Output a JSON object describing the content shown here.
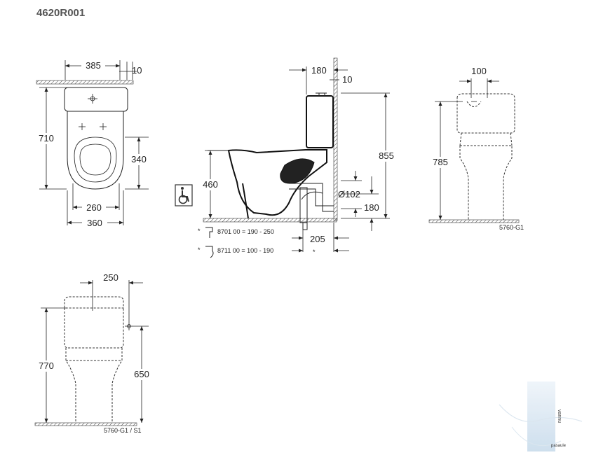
{
  "title": "4620R001",
  "top_view": {
    "dims": {
      "width": "385",
      "gap": "10",
      "length": "710",
      "seat_height": "340",
      "inner_width": "260",
      "bowl_width": "360"
    }
  },
  "side_view": {
    "dims": {
      "offset": "180",
      "gap": "10",
      "total_height": "855",
      "seat_height": "460",
      "outlet_diameter": "Ø102",
      "outlet_height": "180",
      "outlet_distance": "205"
    },
    "footnotes": [
      {
        "mark": "*",
        "text": "8701 00 = 190 -  250"
      },
      {
        "mark": "*",
        "text": "8711 00 = 100 - 190"
      }
    ],
    "star": "*",
    "accessible_icon": "wheelchair-icon"
  },
  "rear_view": {
    "dims": {
      "offset": "100",
      "height": "785"
    },
    "code": "5760-G1"
  },
  "front_view": {
    "dims": {
      "offset": "250",
      "height": "770",
      "inlet_height": "650"
    },
    "code": "5760-G1 / S1"
  },
  "watermark": {
    "line1": "vannu",
    "line2": "pasaule"
  }
}
